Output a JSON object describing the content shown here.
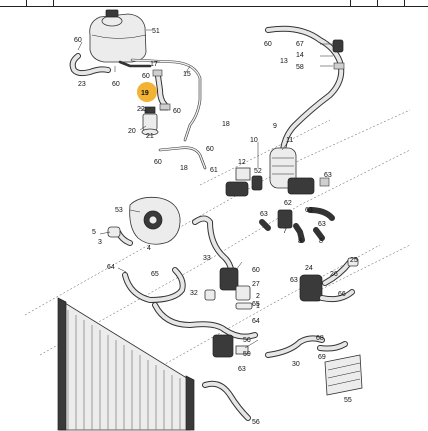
{
  "diagram": {
    "highlight_color": "#f2b233",
    "highlighted_label": "19",
    "callouts": {
      "c51": "51",
      "c60a": "60",
      "c23": "23",
      "c60b": "60",
      "c17": "17",
      "c60c": "60",
      "c15": "15",
      "c19": "19",
      "c22": "22",
      "c60d": "60",
      "c20": "20",
      "c21": "21",
      "c18a": "18",
      "c60e": "60",
      "c60f": "60",
      "c18b": "18",
      "c61": "61",
      "c60top": "60",
      "c67": "67",
      "c14": "14",
      "c13": "13",
      "c58": "58",
      "c10": "10",
      "c9": "9",
      "c11": "11",
      "c12": "12",
      "c52": "52",
      "c63a": "63",
      "c62": "62",
      "c63b": "63",
      "c63c": "63",
      "c7": "7",
      "c63d": "63",
      "c8a": "8",
      "c8b": "8",
      "c53": "53",
      "c5": "5",
      "c4": "4",
      "c3": "3",
      "c64a": "64",
      "c65a": "65",
      "c33": "33",
      "c60g": "60",
      "c27": "27",
      "c32": "32",
      "c2": "2",
      "c1": "1",
      "c65b": "65",
      "c64b": "64",
      "c24": "24",
      "c63e": "63",
      "c25": "25",
      "c26": "26",
      "c66": "66",
      "c56": "56",
      "c59": "59",
      "c63f": "63",
      "c30": "30",
      "c68": "68",
      "c69": "69",
      "c55": "55",
      "c56b": "56"
    }
  }
}
